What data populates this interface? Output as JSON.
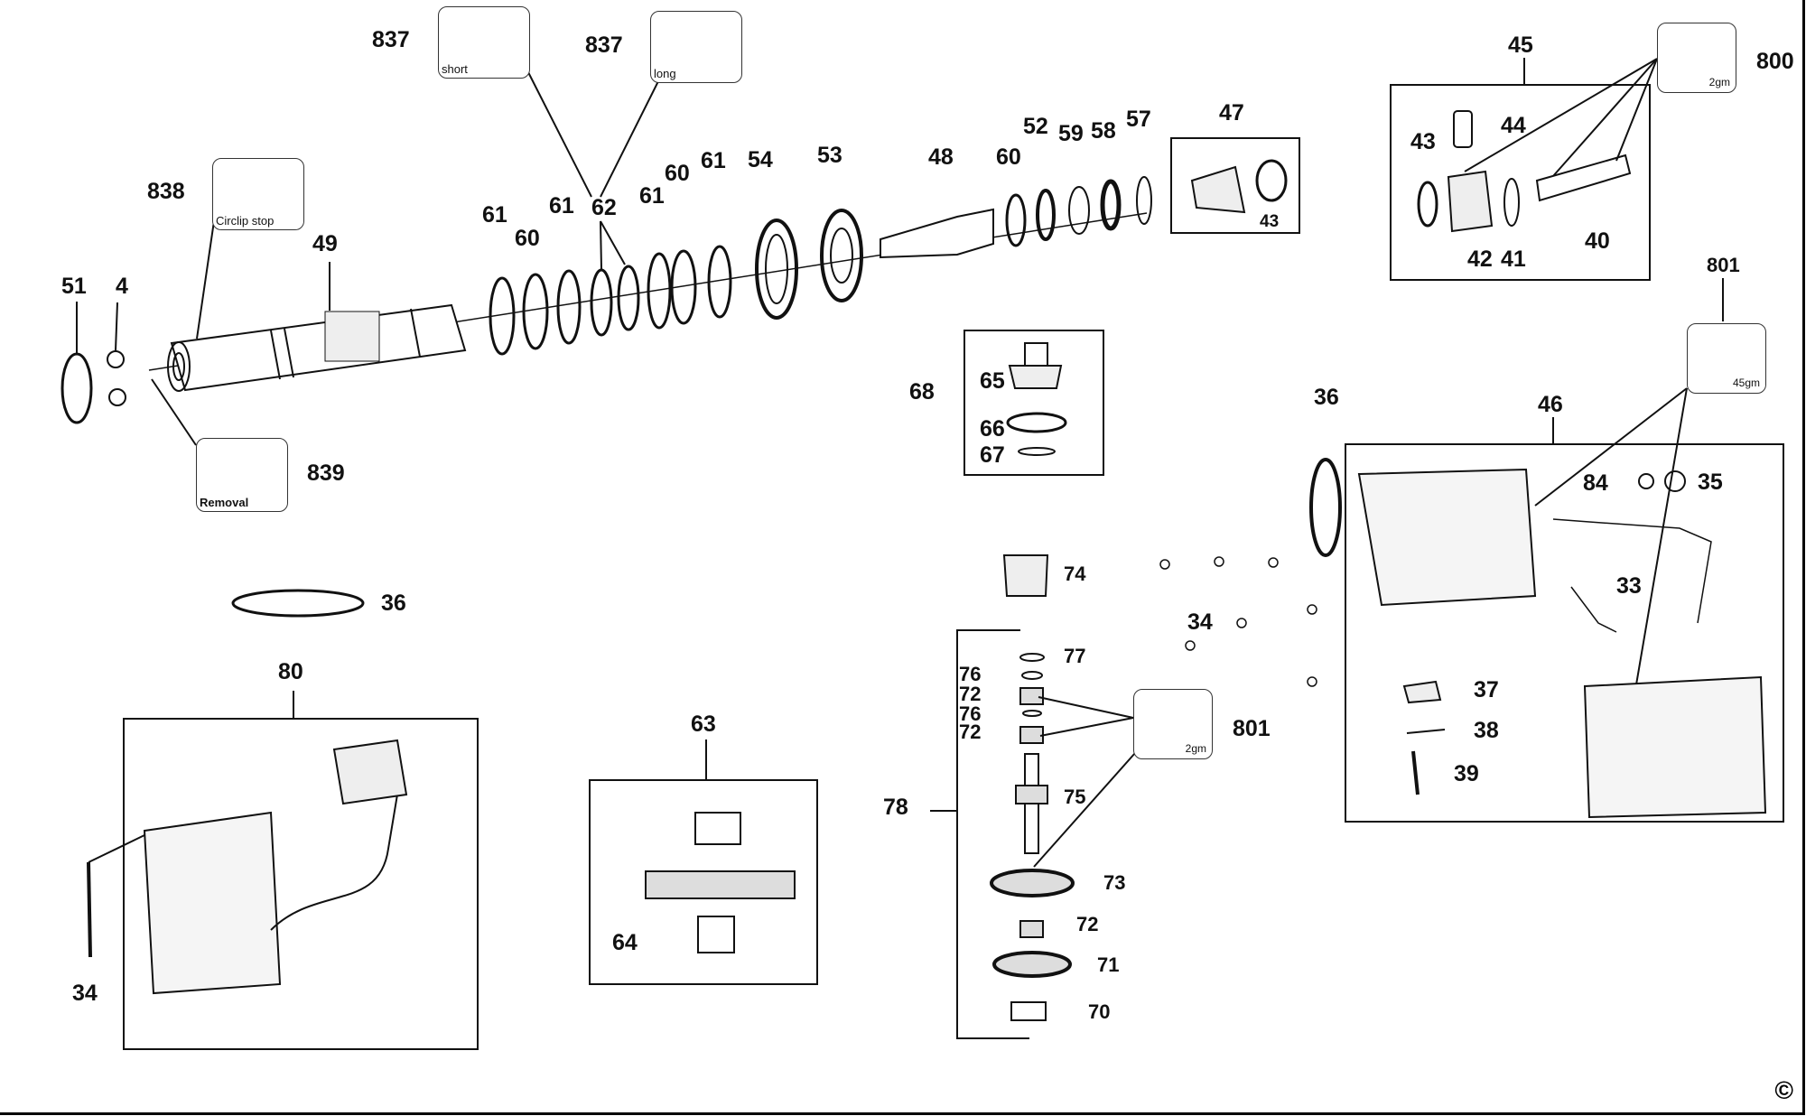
{
  "diagram": {
    "title": "Exploded parts diagram - rotary hammer",
    "copyright_symbol": "©",
    "insets": {
      "i837_short": {
        "part": "837",
        "caption": "short",
        "icon": "circlip-pliers-icon"
      },
      "i837_long": {
        "part": "837",
        "caption": "long",
        "icon": "circlip-pliers-icon"
      },
      "i838": {
        "part": "838",
        "caption": "Circlip stop",
        "icon": "circlip-pliers-icon"
      },
      "i839": {
        "part": "839",
        "caption": "Removal",
        "icon": "circlip-pliers-icon"
      },
      "i800": {
        "part": "800",
        "weight": "2gm",
        "icon": "grease-gun-icon"
      },
      "i801_top": {
        "part": "801",
        "weight": "45gm",
        "icon": "grease-gun-icon"
      },
      "i801_mid": {
        "part": "801",
        "weight": "2gm",
        "icon": "grease-gun-icon"
      }
    },
    "assemblies": [
      {
        "id": "45",
        "contains": [
          "40",
          "41",
          "42",
          "43",
          "44"
        ]
      },
      {
        "id": "47",
        "contains": [
          "43"
        ]
      },
      {
        "id": "68",
        "contains": [
          "65",
          "66",
          "67"
        ]
      },
      {
        "id": "46",
        "contains": [
          "33",
          "35",
          "37",
          "38",
          "39",
          "84"
        ]
      },
      {
        "id": "63",
        "contains": [
          "64"
        ]
      },
      {
        "id": "80",
        "contains": [
          "34"
        ]
      },
      {
        "id": "78",
        "contains": [
          "70",
          "71",
          "72",
          "73",
          "75",
          "76",
          "77"
        ]
      }
    ],
    "labels": {
      "l837a": "837",
      "l837b": "837",
      "l838": "838",
      "l839": "839",
      "l51": "51",
      "l4": "4",
      "l49": "49",
      "l61a": "61",
      "l60a": "60",
      "l61b": "61",
      "l62": "62",
      "l61c": "61",
      "l60b": "60",
      "l61d": "61",
      "l54": "54",
      "l53": "53",
      "l48": "48",
      "l60c": "60",
      "l52": "52",
      "l59": "59",
      "l58": "58",
      "l57": "57",
      "l47": "47",
      "l43a": "43",
      "l45": "45",
      "l800": "800",
      "l44": "44",
      "l43b": "43",
      "l42": "42",
      "l41": "41",
      "l40": "40",
      "l801a": "801",
      "l46": "46",
      "l36a": "36",
      "l84": "84",
      "l35": "35",
      "l33": "33",
      "l37": "37",
      "l38": "38",
      "l39": "39",
      "l68": "68",
      "l65": "65",
      "l66": "66",
      "l67": "67",
      "l36b": "36",
      "l80": "80",
      "l34a": "34",
      "l63": "63",
      "l64": "64",
      "l74": "74",
      "l77": "77",
      "l76a": "76",
      "l72a": "72",
      "l76b": "76",
      "l72b": "72",
      "l801b": "801",
      "l78": "78",
      "l75": "75",
      "l73": "73",
      "l72c": "72",
      "l71": "71",
      "l70": "70",
      "l34b": "34"
    }
  }
}
